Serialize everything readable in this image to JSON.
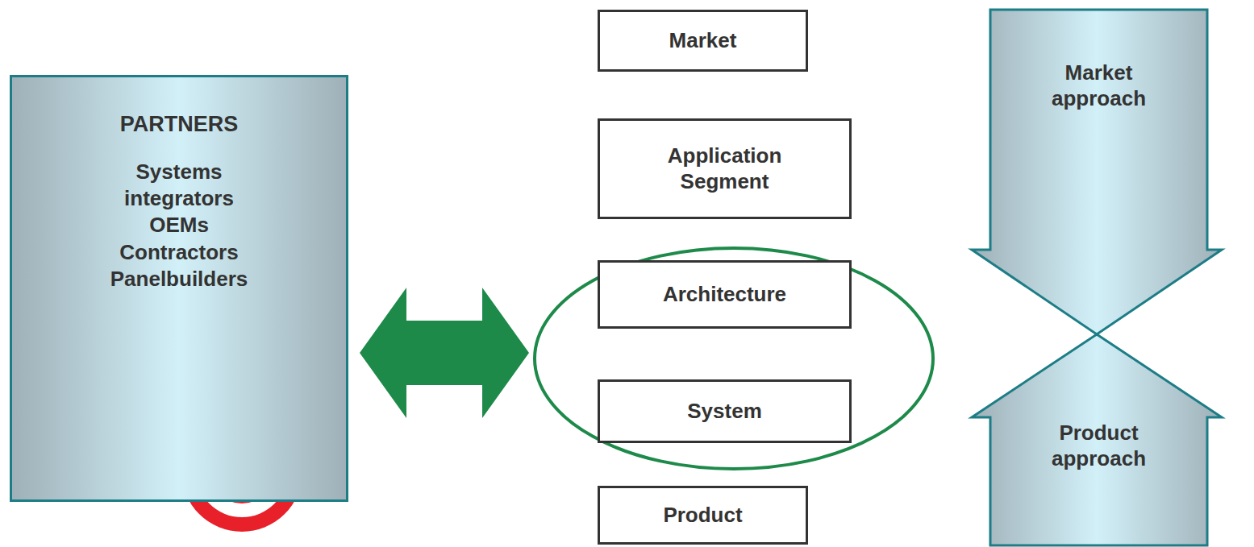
{
  "diagram": {
    "nodes": [
      {
        "text": [
          "PARTNERS",
          "Systems integrators OEMs Contractors Panelbuilders"
        ]
      },
      {
        "text": [
          "Market"
        ]
      },
      {
        "text": [
          "Application Segment"
        ]
      },
      {
        "text": []
      },
      {
        "text": [
          "Architecture"
        ],
        "in": 3
      },
      {
        "text": [
          "System"
        ],
        "in": 3
      },
      {
        "text": [
          "Product"
        ]
      },
      {
        "text": [
          "Market approach"
        ]
      },
      {
        "text": [
          "Product approach"
        ]
      }
    ],
    "edges": [
      {
        "from": 0,
        "to": 3,
        "arrow": "both"
      }
    ]
  }
}
